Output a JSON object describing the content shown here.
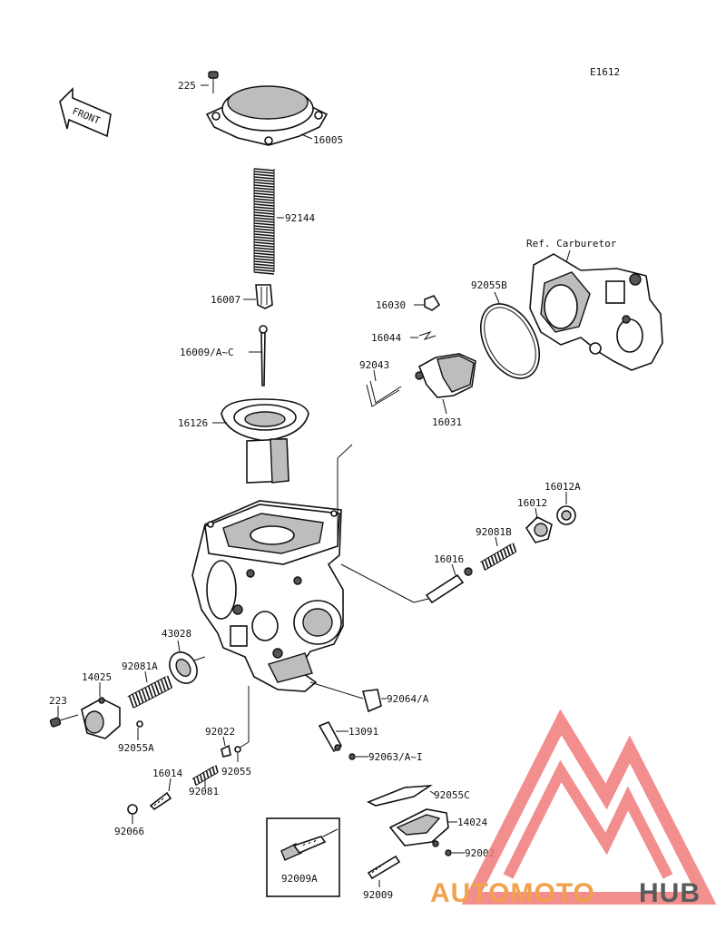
{
  "diagram_code": "E1612",
  "front_label": "FRONT",
  "ref_label": "Ref. Carburetor",
  "watermark": {
    "left": "AUTOMOTO",
    "right": "HUB",
    "color_left": "#f0a24c",
    "color_right": "#5a5a5a",
    "logo_color": "#f07b7b"
  },
  "labels": {
    "p225": "225",
    "p16005": "16005",
    "p92144": "92144",
    "p16007": "16007",
    "p16009": "16009/A~C",
    "p16126": "16126",
    "p16030": "16030",
    "p92055b": "92055B",
    "p16044": "16044",
    "p92043": "92043",
    "p16031": "16031",
    "p16012a": "16012A",
    "p16012": "16012",
    "p92081b": "92081B",
    "p16016": "16016",
    "p43028": "43028",
    "p92081a": "92081A",
    "p14025": "14025",
    "p223": "223",
    "p92055a": "92055A",
    "p92064": "92064/A",
    "p13091": "13091",
    "p92022": "92022",
    "p92063": "92063/A~I",
    "p92055": "92055",
    "p16014": "16014",
    "p92081": "92081",
    "p92066": "92066",
    "p92055c": "92055C",
    "p14024": "14024",
    "p92002": "92002",
    "p92009a": "92009A",
    "p92009": "92009"
  }
}
